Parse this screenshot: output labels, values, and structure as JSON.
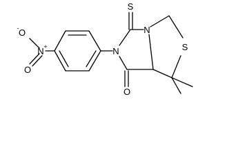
{
  "molecule": {
    "atoms": {
      "nitro_o_minus": "O",
      "nitro_o_minus_charge": "-",
      "nitro_n": "N",
      "nitro_n_charge": "+",
      "nitro_o_double": "O",
      "amide_n": "N",
      "ring_n": "N",
      "thione_s": "S",
      "ring_s": "S",
      "carbonyl_o": "O"
    }
  }
}
